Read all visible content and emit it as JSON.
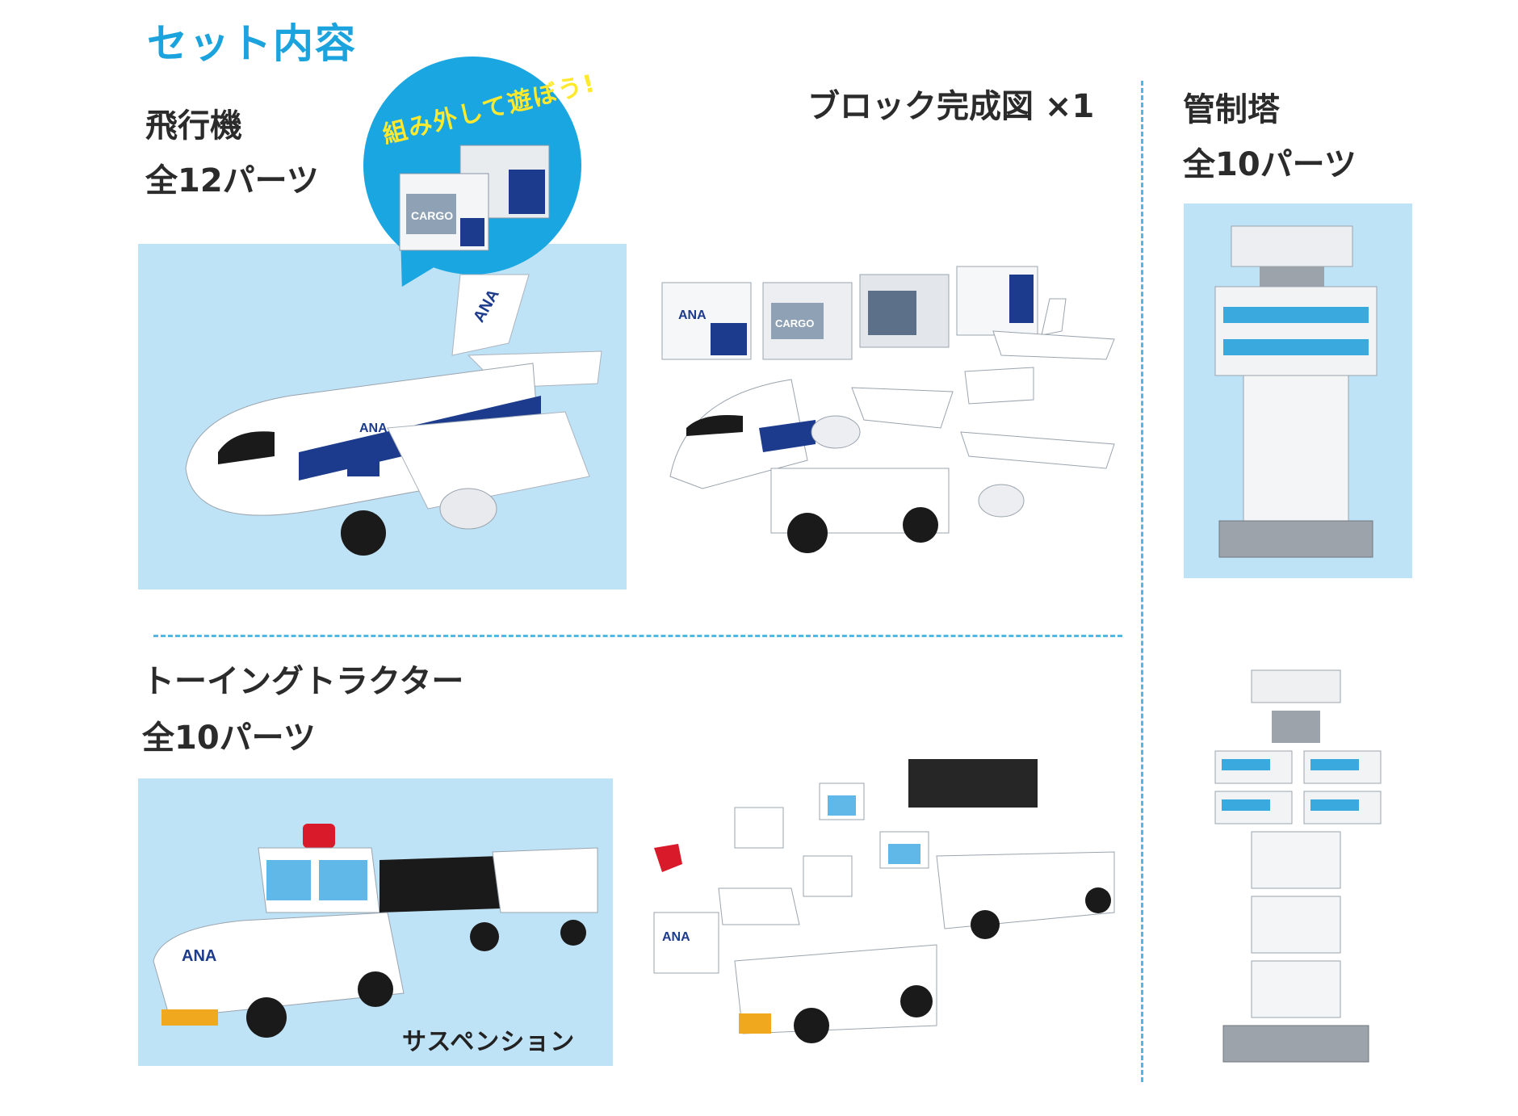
{
  "page_title": "セット内容",
  "airplane": {
    "name": "飛行機",
    "parts": "全12パーツ"
  },
  "bubble": "組み外して遊ぼう!",
  "completed_label": "ブロック完成図 ×1",
  "tower": {
    "name": "管制塔",
    "parts": "全10パーツ"
  },
  "tractor": {
    "name": "トーイングトラクター",
    "parts": "全10パーツ"
  },
  "suspension_label": "サスペンション",
  "brand": "ANA",
  "cargo": "CARGO",
  "colors": {
    "title": "#1aa3dc",
    "panel": "#bfe3f6",
    "divider": "#4fb9e3",
    "bubble": "#19a6e1",
    "bubble_text": "#ffe92e",
    "brand_blue": "#1c3b8c"
  }
}
